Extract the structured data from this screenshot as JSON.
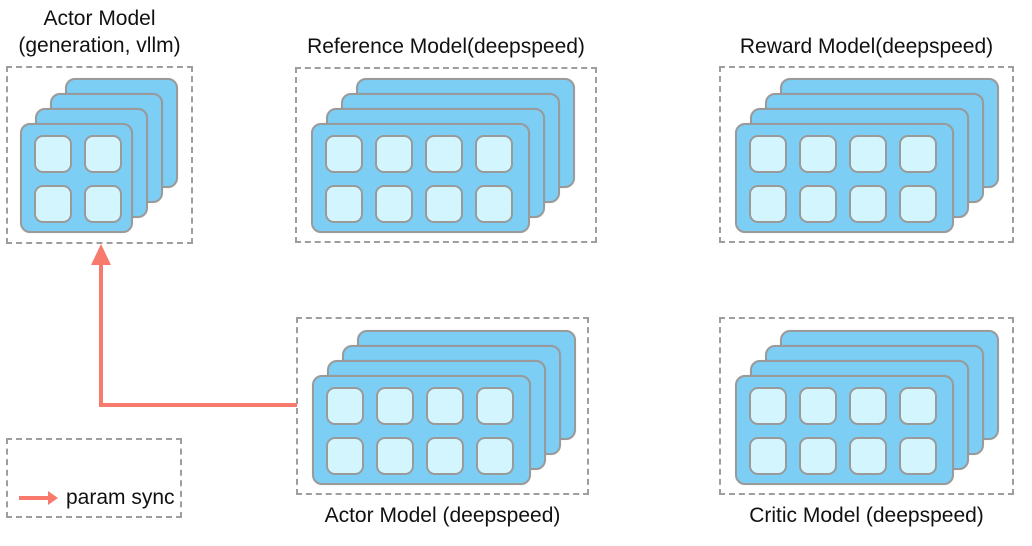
{
  "colors": {
    "card_fill": "#7dcef5",
    "tile_fill": "#d3f6fe",
    "card_border": "#9a9a9a",
    "box_border": "#9e9e9e",
    "arrow": "#f87a6d",
    "text": "#111111",
    "background": "#ffffff"
  },
  "groups": [
    {
      "title": "Actor Model\n(generation, vllm)",
      "title_position": "top",
      "stack_count": 4,
      "gpu_grid": {
        "cols": 2,
        "rows": 2
      }
    },
    {
      "title": "Reference Model(deepspeed)",
      "title_position": "top",
      "stack_count": 4,
      "gpu_grid": {
        "cols": 4,
        "rows": 2
      }
    },
    {
      "title": "Reward Model(deepspeed)",
      "title_position": "top",
      "stack_count": 4,
      "gpu_grid": {
        "cols": 4,
        "rows": 2
      }
    },
    {
      "title": "Actor Model (deepspeed)",
      "title_position": "bottom",
      "stack_count": 4,
      "gpu_grid": {
        "cols": 4,
        "rows": 2
      }
    },
    {
      "title": "Critic Model (deepspeed)",
      "title_position": "bottom",
      "stack_count": 4,
      "gpu_grid": {
        "cols": 4,
        "rows": 2
      }
    }
  ],
  "arrows": [
    {
      "label": "param sync",
      "from": "Actor Model (deepspeed)",
      "to": "Actor Model (generation, vllm)"
    }
  ],
  "legend": {
    "label": "param sync"
  }
}
